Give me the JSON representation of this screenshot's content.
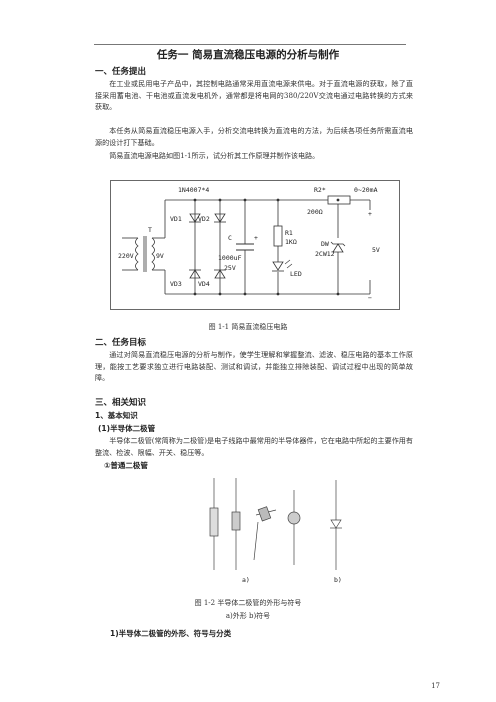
{
  "title": "任务一    简易直流稳压电源的分析与制作",
  "sections": {
    "s1": {
      "heading": "一、任务提出",
      "p1": "在工业或民用电子产品中，其控制电路通常采用直流电源来供电。对于直流电源的获取，除了直接采用蓄电池、干电池或直流发电机外，通常都是将电网的380/220V交流电通过电路转换的方式来获取。",
      "p2": "本任务从简易直流稳压电源入手，分析交流电转换为直流电的方法，为后续各项任务所需直流电源的设计打下基础。",
      "p3": "简易直流电源电路如图1-1所示，试分析其工作原理并制作该电路。"
    },
    "s2": {
      "heading": "二、任务目标",
      "p1": "通过对简易直流稳压电源的分析与制作，使学生理解和掌握整流、滤波、稳压电路的基本工作原理，能按工艺要求独立进行电路装配、测试和调试，并能独立排除装配、调试过程中出现的简单故障。"
    },
    "s3": {
      "heading": "三、相关知识",
      "sub1": "1、基本知识",
      "sub2": "(1)半导体二极管",
      "p1": "半导体二极管(常简称为二极管)是电子线路中最常用的半导体器件，它在电路中所起的主要作用有整流、检波、限幅、开关、稳压等。",
      "sub3": "①普通二极管",
      "sub4": "1)半导体二极管的外形、符号与分类"
    }
  },
  "fig1": {
    "caption": "图 1-1  简易直流稳压电路",
    "labels": {
      "bridge": "1N4007*4",
      "r2": "R2*",
      "r2v": "200Ω",
      "range": "0~20mA",
      "plus": "+",
      "minus": "−",
      "t": "T",
      "vin": "220V",
      "vsec": "9V",
      "vd1": "VD1",
      "vd2": "VD2",
      "vd3": "VD3",
      "vd4": "VD4",
      "c": "C",
      "cv": "1000uF",
      "cvolt": "25V",
      "cplus": "+",
      "r1": "R1",
      "r1v": "1KΩ",
      "led": "LED",
      "dw": "DW",
      "dwv": "2CW12",
      "vout": "5V"
    }
  },
  "fig2": {
    "caption": "图 1-2  半导体二极管的外形与符号",
    "sub": "a)外形     b)符号",
    "la": "a)",
    "lb": "b)"
  },
  "page_number": "17"
}
